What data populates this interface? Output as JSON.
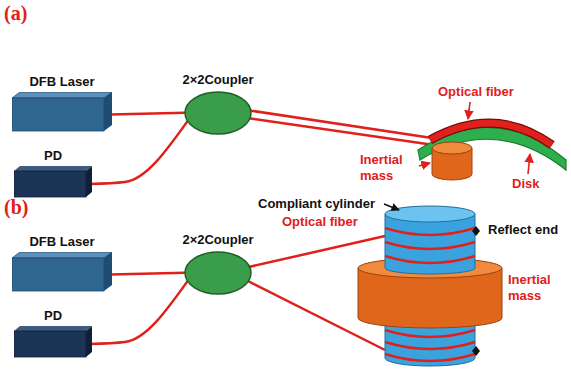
{
  "diagram": {
    "nodes": [
      {
        "text": [
          "DFB Laser"
        ]
      },
      {
        "text": [
          "2×2Coupler"
        ]
      },
      {
        "text": [
          "PD"
        ]
      },
      {
        "text": [
          "DFB Laser"
        ]
      },
      {
        "text": [
          "2×2Coupler"
        ]
      },
      {
        "text": [
          "PD"
        ]
      }
    ],
    "edges": [
      {
        "from": 0,
        "to": 1,
        "arrow": "none"
      },
      {
        "from": 2,
        "to": 1,
        "arrow": "none"
      },
      {
        "from": 3,
        "to": 4,
        "arrow": "none"
      },
      {
        "from": 5,
        "to": 4,
        "arrow": "none"
      }
    ],
    "labels": [
      "(a)",
      "Optical fiber",
      "Inertial mass",
      "Disk",
      "(b)",
      "Compliant cylinder",
      "Optical fiber",
      "Reflect end",
      "Inertial mass"
    ]
  }
}
